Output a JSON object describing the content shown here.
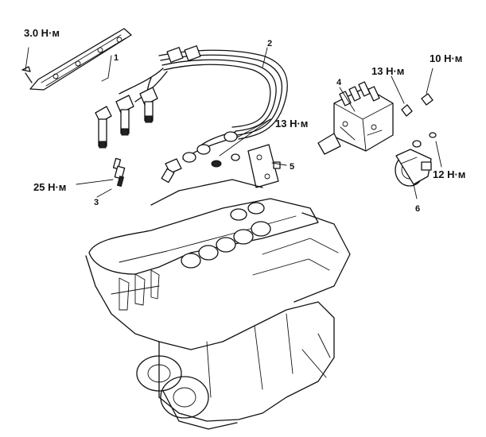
{
  "parts": {
    "p1": "1",
    "p2": "2",
    "p3": "3",
    "p4": "4",
    "p5": "5",
    "p6": "6"
  },
  "torques": {
    "t_top_left": "3.0 Н·м",
    "t_left": "25 Н·м",
    "t_center": "13 Н·м",
    "t_right_a": "13 Н·м",
    "t_right_b": "10 Н·м",
    "t_right_c": "12 Н·м"
  }
}
